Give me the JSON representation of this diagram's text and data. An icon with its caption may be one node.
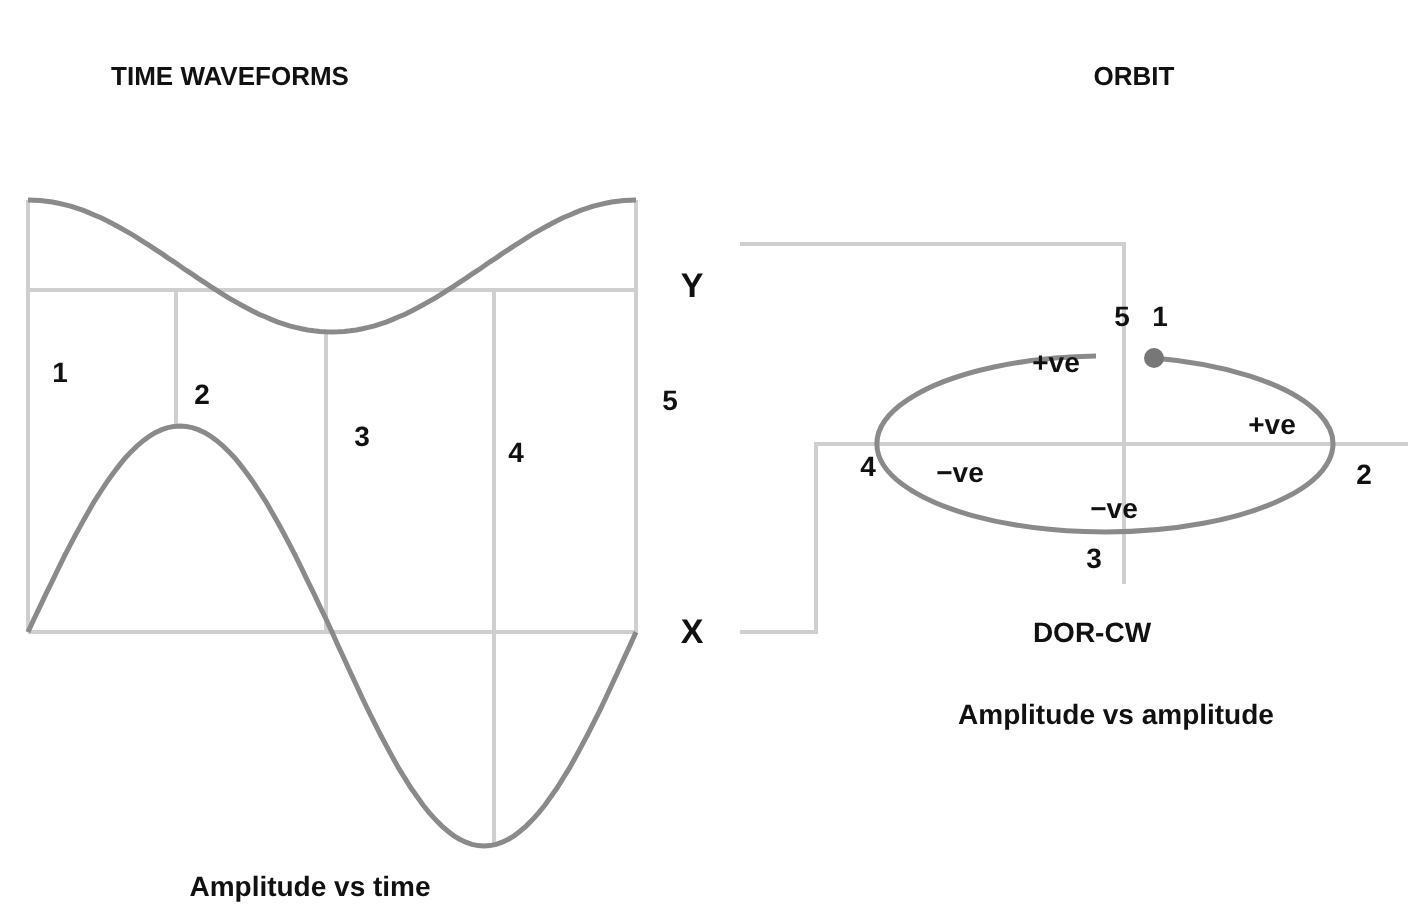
{
  "diagram": {
    "labels": [
      "TIME WAVEFORMS",
      "ORBIT",
      "Y",
      "5",
      "1",
      "1",
      "+ve",
      "2",
      "5",
      "3",
      "+ve",
      "4",
      "4",
      "−ve",
      "2",
      "−ve",
      "3",
      "X",
      "DOR-CW",
      "Amplitude vs amplitude",
      "Amplitude vs time"
    ]
  }
}
